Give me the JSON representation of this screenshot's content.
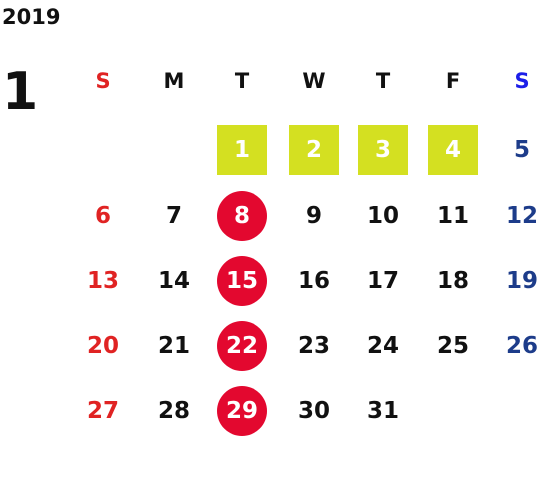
{
  "year": "2019",
  "month": "1",
  "colors": {
    "sunday": "#e02323",
    "saturday_header": "#1c1ee8",
    "saturday": "#1d3c8a",
    "weekday": "#111111",
    "holiday_fill": "#d4e021",
    "circle_fill": "#e3082f",
    "marked_text": "#ffffff"
  },
  "weekdays": [
    "S",
    "M",
    "T",
    "W",
    "T",
    "F",
    "S"
  ],
  "weeks": [
    [
      null,
      null,
      "1",
      "2",
      "3",
      "4",
      "5"
    ],
    [
      "6",
      "7",
      "8",
      "9",
      "10",
      "11",
      "12"
    ],
    [
      "13",
      "14",
      "15",
      "16",
      "17",
      "18",
      "19"
    ],
    [
      "20",
      "21",
      "22",
      "23",
      "24",
      "25",
      "26"
    ],
    [
      "27",
      "28",
      "29",
      "30",
      "31",
      null,
      null
    ]
  ],
  "holidays": [
    "1",
    "2",
    "3",
    "4"
  ],
  "circled": [
    "8",
    "15",
    "22",
    "29"
  ]
}
